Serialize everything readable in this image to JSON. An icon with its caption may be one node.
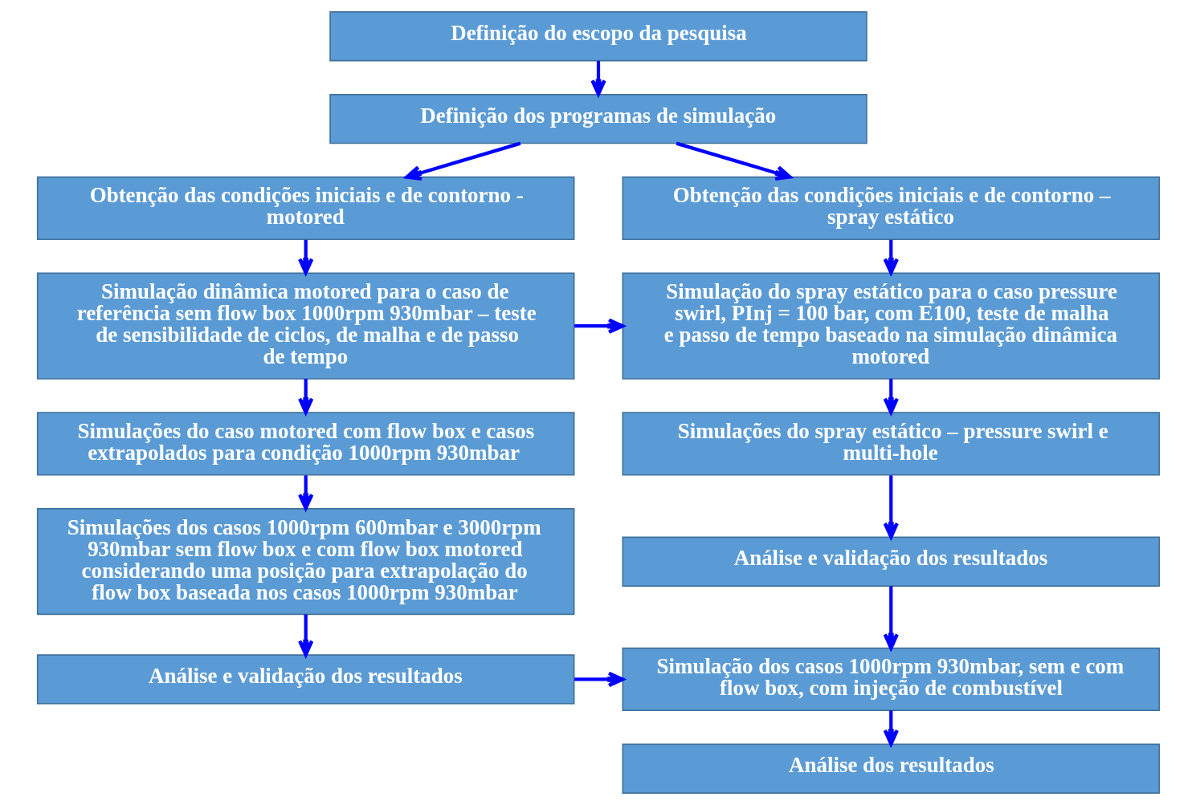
{
  "diagram": {
    "nodes": [
      {
        "text": [
          "Definição do escopo da pesquisa"
        ]
      },
      {
        "text": [
          "Definição dos programas de simulação"
        ]
      },
      {
        "text": [
          "Obtenção das condições iniciais e de contorno - motored"
        ]
      },
      {
        "text": [
          "Obtenção das condições iniciais e de contorno – spray estático"
        ]
      },
      {
        "text": [
          "Simulação dinâmica motored para o caso de referência sem flow box 1000rpm 930mbar – teste de sensibilidade de ciclos, de malha e de passo de tempo"
        ]
      },
      {
        "text": [
          "Simulação do spray estático para o caso pressure swirl, PInj = 100 bar, com E100, teste de malha e passo de tempo baseado na simulação dinâmica motored"
        ]
      },
      {
        "text": [
          "Simulações do caso motored com flow box e casos extrapolados para condição 1000rpm 930mbar"
        ]
      },
      {
        "text": [
          "Simulações do spray estático – pressure swirl e multi-hole"
        ]
      },
      {
        "text": [
          "Simulações dos casos 1000rpm 600mbar e 3000rpm 930mbar sem flow box e com flow box motored considerando uma posição para extrapolação do flow box baseada nos casos 1000rpm 930mbar"
        ]
      },
      {
        "text": [
          "Análise e validação dos resultados"
        ]
      },
      {
        "text": [
          "Análise e validação dos resultados"
        ]
      },
      {
        "text": [
          "Simulação dos casos 1000rpm 930mbar, sem e com flow box, com injeção de combustível"
        ]
      },
      {
        "text": [
          "Análise dos resultados"
        ]
      }
    ],
    "edges": [
      {
        "from": 0,
        "to": 1,
        "arrow": "to"
      },
      {
        "from": 1,
        "to": 2,
        "arrow": "to"
      },
      {
        "from": 1,
        "to": 3,
        "arrow": "to"
      },
      {
        "from": 2,
        "to": 4,
        "arrow": "to"
      },
      {
        "from": 3,
        "to": 5,
        "arrow": "to"
      },
      {
        "from": 4,
        "to": 5,
        "arrow": "to"
      },
      {
        "from": 4,
        "to": 6,
        "arrow": "to"
      },
      {
        "from": 5,
        "to": 7,
        "arrow": "to"
      },
      {
        "from": 6,
        "to": 8,
        "arrow": "to"
      },
      {
        "from": 7,
        "to": 9,
        "arrow": "to"
      },
      {
        "from": 8,
        "to": 10,
        "arrow": "to"
      },
      {
        "from": 9,
        "to": 11,
        "arrow": "to"
      },
      {
        "from": 10,
        "to": 11,
        "arrow": "to"
      },
      {
        "from": 11,
        "to": 12,
        "arrow": "to"
      }
    ]
  }
}
